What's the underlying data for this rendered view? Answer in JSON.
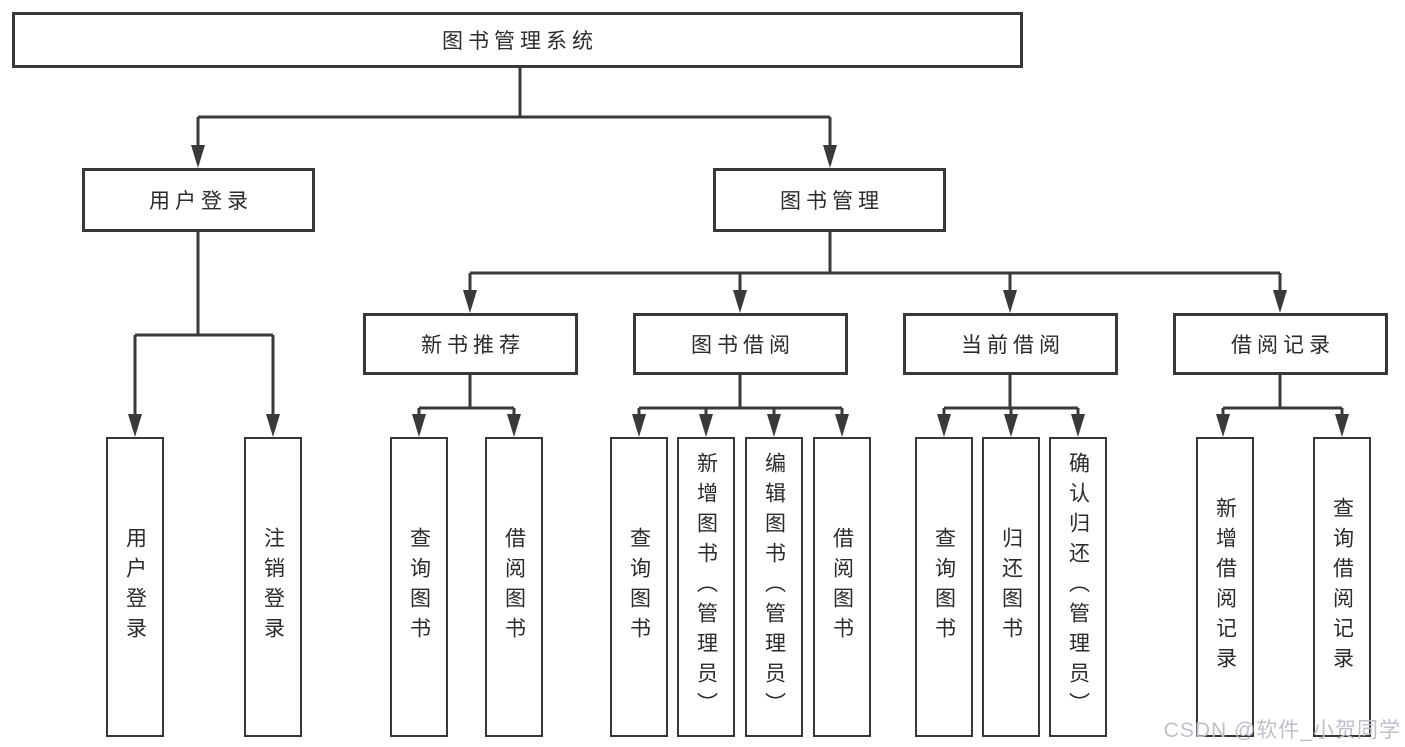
{
  "diagram": {
    "root": {
      "label": "图书管理系统"
    },
    "branches": [
      {
        "label": "用户登录",
        "children": [
          {
            "label": "用户登录"
          },
          {
            "label": "注销登录"
          }
        ]
      },
      {
        "label": "图书管理",
        "children": [
          {
            "label": "新书推荐",
            "children": [
              {
                "label": "查询图书"
              },
              {
                "label": "借阅图书"
              }
            ]
          },
          {
            "label": "图书借阅",
            "children": [
              {
                "label": "查询图书"
              },
              {
                "label": "新增图书（管理员）"
              },
              {
                "label": "编辑图书（管理员）"
              },
              {
                "label": "借阅图书"
              }
            ]
          },
          {
            "label": "当前借阅",
            "children": [
              {
                "label": "查询图书"
              },
              {
                "label": "归还图书"
              },
              {
                "label": "确认归还（管理员）"
              }
            ]
          },
          {
            "label": "借阅记录",
            "children": [
              {
                "label": "新增借阅记录"
              },
              {
                "label": "查询借阅记录"
              }
            ]
          }
        ]
      }
    ]
  },
  "watermark": {
    "text": "CSDN @软件_小贺同学"
  },
  "colors": {
    "line": "#3a3a3a",
    "box_border": "#383838",
    "text": "#2b2b2b",
    "watermark": "#bcc0c7",
    "background": "#ffffff"
  }
}
